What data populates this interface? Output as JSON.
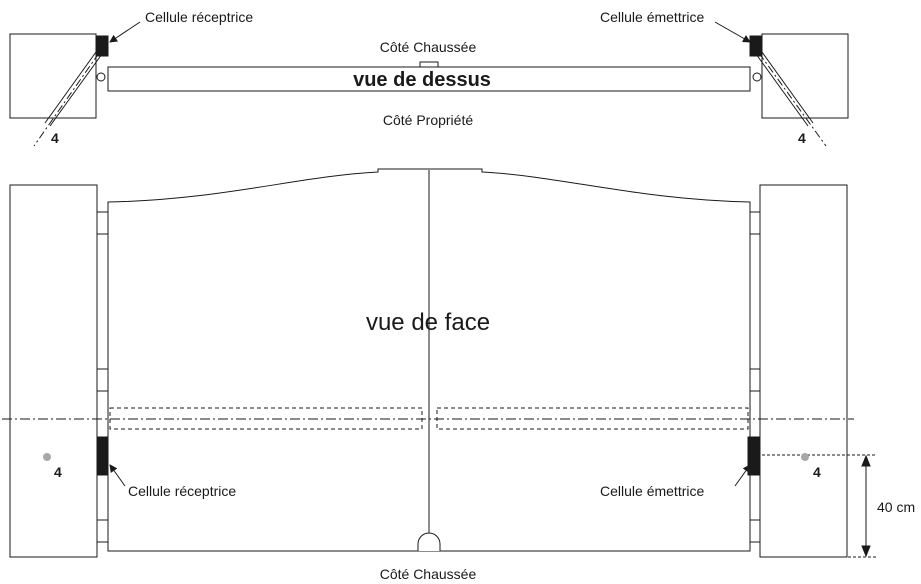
{
  "top_view": {
    "title": "vue de dessus",
    "road_side": "Côté Chaussée",
    "property_side": "Côté Propriété",
    "receiver_label": "Cellule réceptrice",
    "emitter_label": "Cellule émettrice",
    "marker_left": "4",
    "marker_right": "4"
  },
  "front_view": {
    "title": "vue de face",
    "receiver_label": "Cellule réceptrice",
    "emitter_label": "Cellule émettrice",
    "marker_left": "4",
    "marker_right": "4",
    "height_dimension": "40 cm",
    "road_side": "Côté Chaussée"
  },
  "colors": {
    "line": "#1a1a1a",
    "cell": "#1a1a1a",
    "marker": "#a8a8a8"
  }
}
